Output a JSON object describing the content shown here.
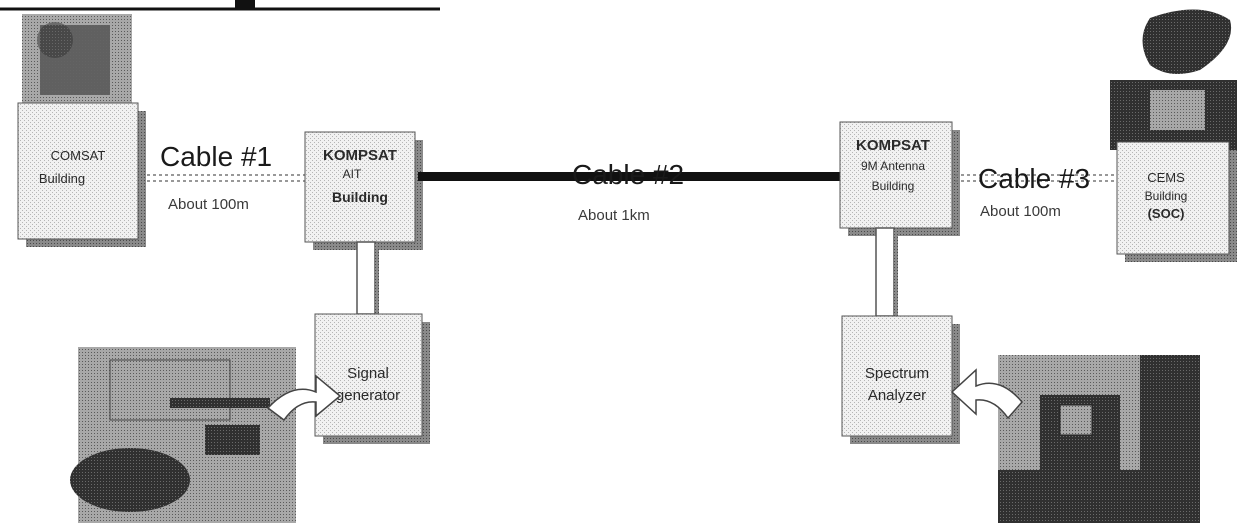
{
  "boxes": {
    "comsat": {
      "line1": "COMSAT",
      "line2": "Building"
    },
    "ait": {
      "line1": "KOMPSAT",
      "line2": "AIT",
      "line3": "Building"
    },
    "antenna": {
      "line1": "KOMPSAT",
      "line2": "9M Antenna",
      "line3": "Building"
    },
    "cems": {
      "line1": "CEMS",
      "line2": "Building",
      "line3": "(SOC)"
    },
    "signal_generator": {
      "line1": "Signal",
      "line2": "generator"
    },
    "spectrum_analyzer": {
      "line1": "Spectrum",
      "line2": "Analyzer"
    }
  },
  "cables": {
    "cable1": {
      "label": "Cable #1",
      "distance": "About 100m"
    },
    "cable2": {
      "label": "Cable #2",
      "distance": "About 1km"
    },
    "cable3": {
      "label": "Cable #3",
      "distance": "About 100m"
    }
  },
  "colors": {
    "box_fill": "#eeeeee",
    "box_shadow": "#9a9a9a",
    "cable_thick": "#111111",
    "photo_tone": "#8c8c8c"
  }
}
